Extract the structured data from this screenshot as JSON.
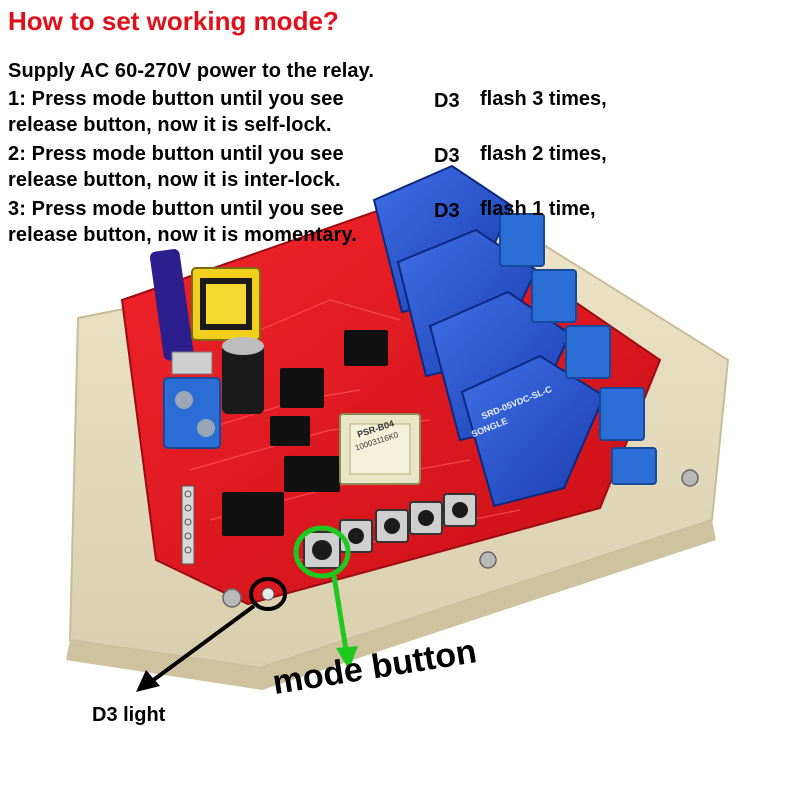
{
  "title": "How to set working mode?",
  "instructions": {
    "supply": "Supply AC 60-270V power to the relay.",
    "step1_a": "1: Press mode button until you see",
    "step1_d3": "D3",
    "step1_b": "flash 3 times,",
    "step1_c": " release button, now it is self-lock.",
    "step2_a": "2: Press mode button until you see",
    "step2_d3": "D3",
    "step2_b": "flash 2 times,",
    "step2_c": " release button, now it is inter-lock.",
    "step3_a": "3: Press mode button until you see",
    "step3_d3": "D3",
    "step3_b": "flash 1 time,",
    "step3_c": "release button, now it is momentary."
  },
  "labels": {
    "d3_light": "D3 light",
    "mode_button": "mode button"
  },
  "board_markings": {
    "module_top": "PSR-B04",
    "module_id": "10003116K0",
    "relay_brand": "SONGLE",
    "relay_model": "SRD-05VDC-SL-C"
  },
  "colors": {
    "title": "#e0101a",
    "pcb": "#e3161d",
    "relay": "#1f4fc9",
    "terminal": "#2b6ed6",
    "d3_circle": "#000000",
    "mode_circle": "#1ec81e"
  }
}
